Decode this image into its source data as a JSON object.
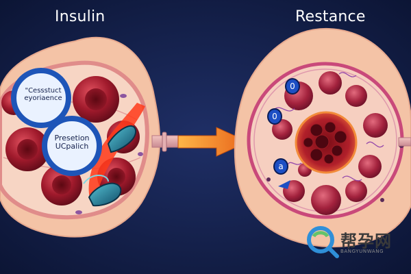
{
  "titles": {
    "left": "Insulin",
    "right": "Restance"
  },
  "labels": {
    "top_cell": "\"Cessstuct eyoriaence",
    "bottom_cell": "Presetion UCpalich"
  },
  "markers": [
    "0",
    "0",
    "a"
  ],
  "watermark": {
    "text": "帮孕网",
    "subtext": "BANGYUNWANG"
  },
  "colors": {
    "background": "#0f1a3c",
    "tissue": "#f6c1a8",
    "membrane": "#e89a8f",
    "blood_cell": "#9b1c2a",
    "label_disc": "#1e55b8",
    "channel": "#1a6f88",
    "arrow": "#f08020"
  },
  "icons": {
    "arrow": "right-arrow-icon",
    "watermark": "magnifier-logo-icon"
  }
}
